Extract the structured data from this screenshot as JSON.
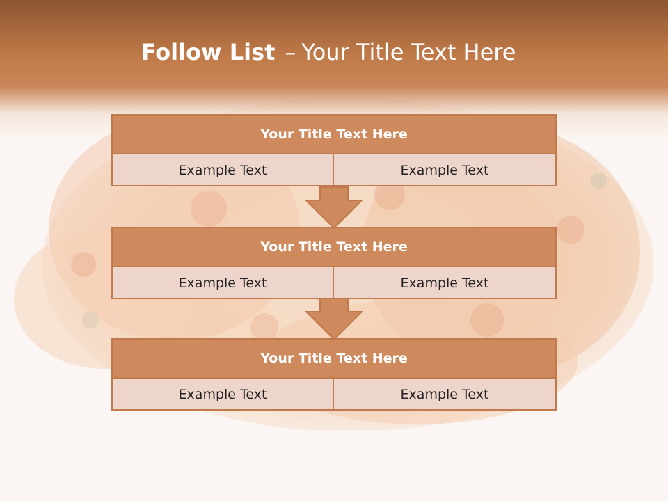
{
  "slide": {
    "title_bold": "Follow List",
    "title_separator": "–",
    "title_rest": "Your Title Text Here"
  },
  "steps": [
    {
      "title": "Your Title Text Here",
      "left": "Example Text",
      "right": "Example Text"
    },
    {
      "title": "Your Title Text Here",
      "left": "Example Text",
      "right": "Example Text"
    },
    {
      "title": "Your Title Text Here",
      "left": "Example Text",
      "right": "Example Text"
    }
  ],
  "colors": {
    "header_brown": "#8c5532",
    "accent_orange": "#ce8a5c",
    "border": "#c17a4e",
    "cell_fill": "#edd5cb",
    "background": "#fbf6f3"
  },
  "icons": [
    "down-arrow-icon"
  ]
}
